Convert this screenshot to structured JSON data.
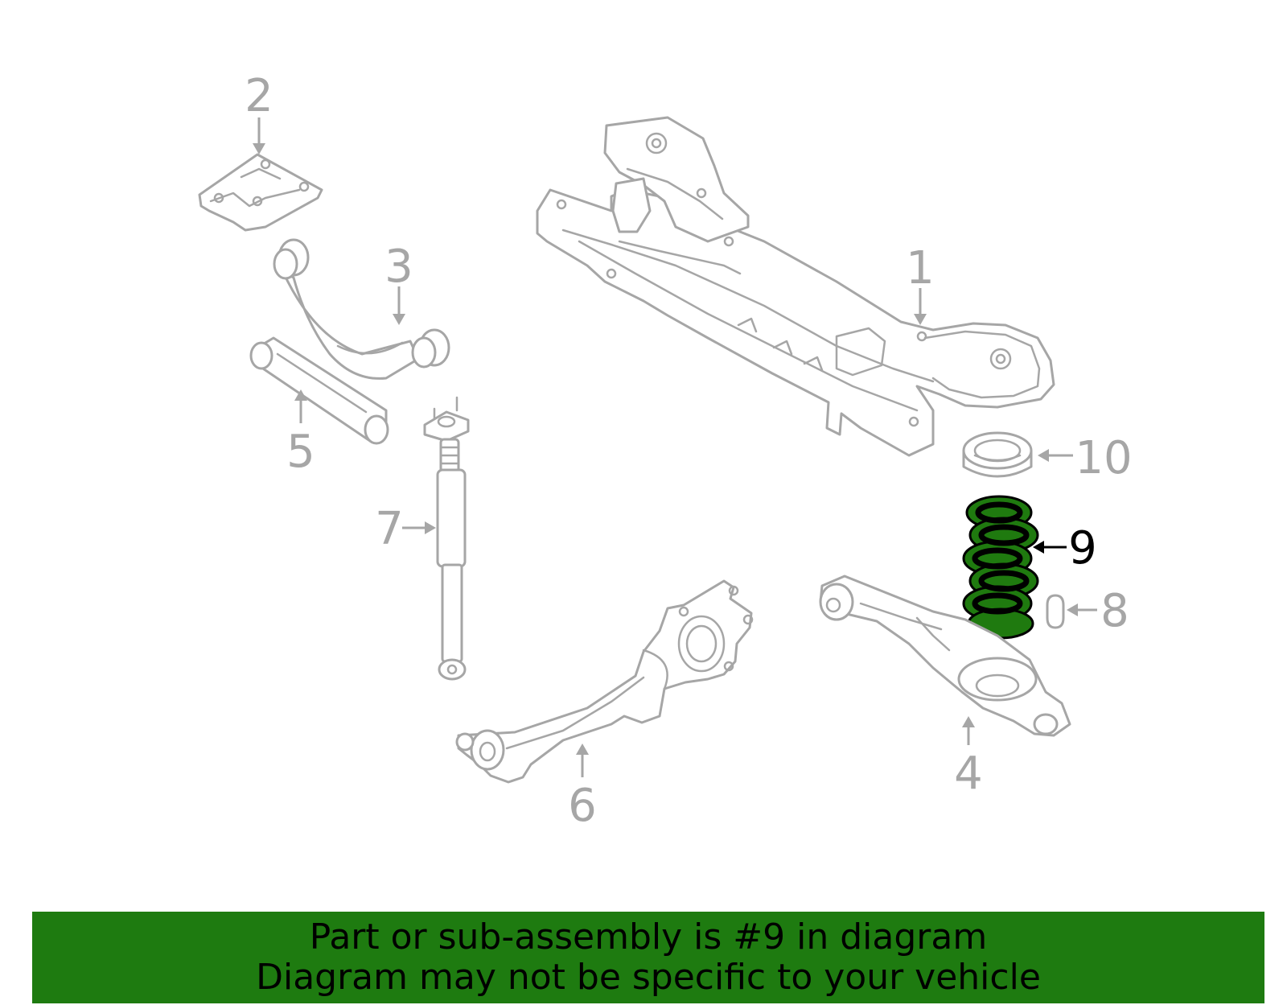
{
  "diagram": {
    "callouts": [
      "1",
      "2",
      "3",
      "4",
      "5",
      "6",
      "7",
      "8",
      "9",
      "10"
    ],
    "highlighted_part": "9",
    "colors": {
      "line_art": "#a6a6a6",
      "highlight_fill": "#1f7a0f",
      "highlight_stroke": "#000000",
      "banner_background": "#1e7b10"
    }
  },
  "banner": {
    "line1": "Part or sub-assembly is #9 in diagram",
    "line2": "Diagram may not be specific to your vehicle"
  }
}
